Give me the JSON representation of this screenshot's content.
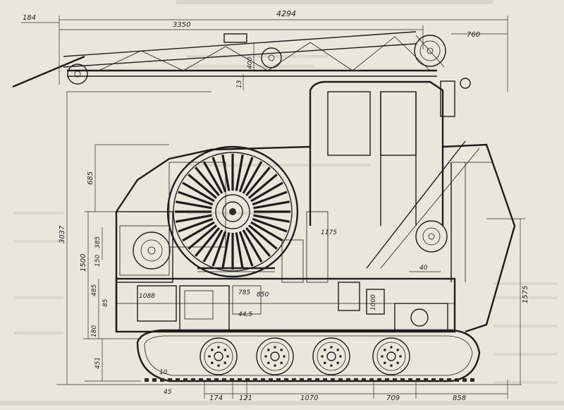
{
  "dimensions": {
    "overall_length": "4294",
    "boom_length": "3350",
    "front_offset": "184",
    "pulley_offset": "760",
    "pulley_size": "400",
    "boom_gap": "13",
    "total_height": "3037",
    "drum_height": "685",
    "lower_height": "1500",
    "d385": "385",
    "d150": "150",
    "d485": "485",
    "d85": "85",
    "d180": "180",
    "d451": "451",
    "d10": "10",
    "d45": "45",
    "d174": "174",
    "d121": "121",
    "track_base": "1070",
    "d709": "709",
    "d858": "858",
    "right_height": "1575",
    "d40": "40",
    "d1088": "1088",
    "d785": "785",
    "d850": "850",
    "d445": "44,5",
    "d1175": "1175",
    "d1000": "1000"
  },
  "colors": {
    "paper": "#e9e6dc",
    "ink": "#1d1d1b"
  }
}
